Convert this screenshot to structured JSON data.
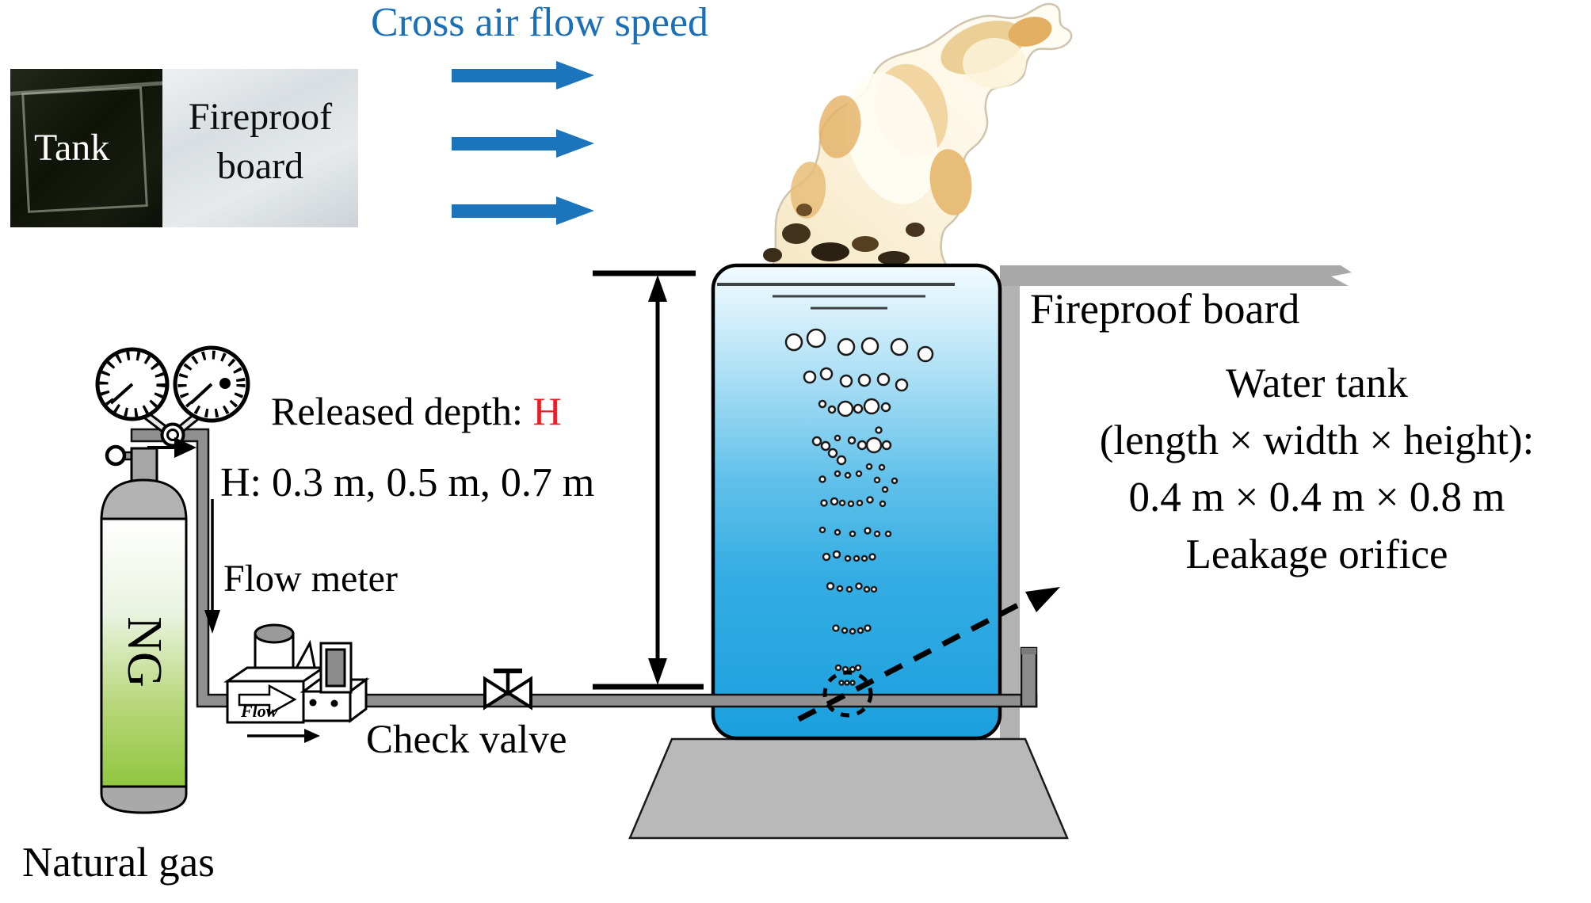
{
  "figure": {
    "title": "Cross air flow speed",
    "photo_inset": {
      "tank_label": "Tank",
      "board_label_line1": "Fireproof",
      "board_label_line2": "board"
    },
    "gas_supply": {
      "cylinder_label": "NG",
      "caption": "Natural gas"
    },
    "labels": {
      "released_depth_prefix": "Released depth: ",
      "released_depth_symbol": "H",
      "depth_values": "H: 0.3 m, 0.5 m, 0.7 m",
      "flow_meter": "Flow meter",
      "flow_arrow": "Flow",
      "check_valve": "Check valve",
      "fireproof_board": "Fireproof board",
      "water_tank_title": "Water tank",
      "water_tank_dimensions_heading": "(length × width × height):",
      "water_tank_dimensions": "0.4 m × 0.4 m × 0.8 m",
      "leakage_orifice": "Leakage orifice"
    },
    "colors": {
      "accent_blue": "#1b6fb7",
      "highlight_red": "#ed1c24",
      "water_blue": "#29a9e1",
      "gas_green": "#94c83d",
      "structure_gray": "#b3b3b3"
    }
  }
}
